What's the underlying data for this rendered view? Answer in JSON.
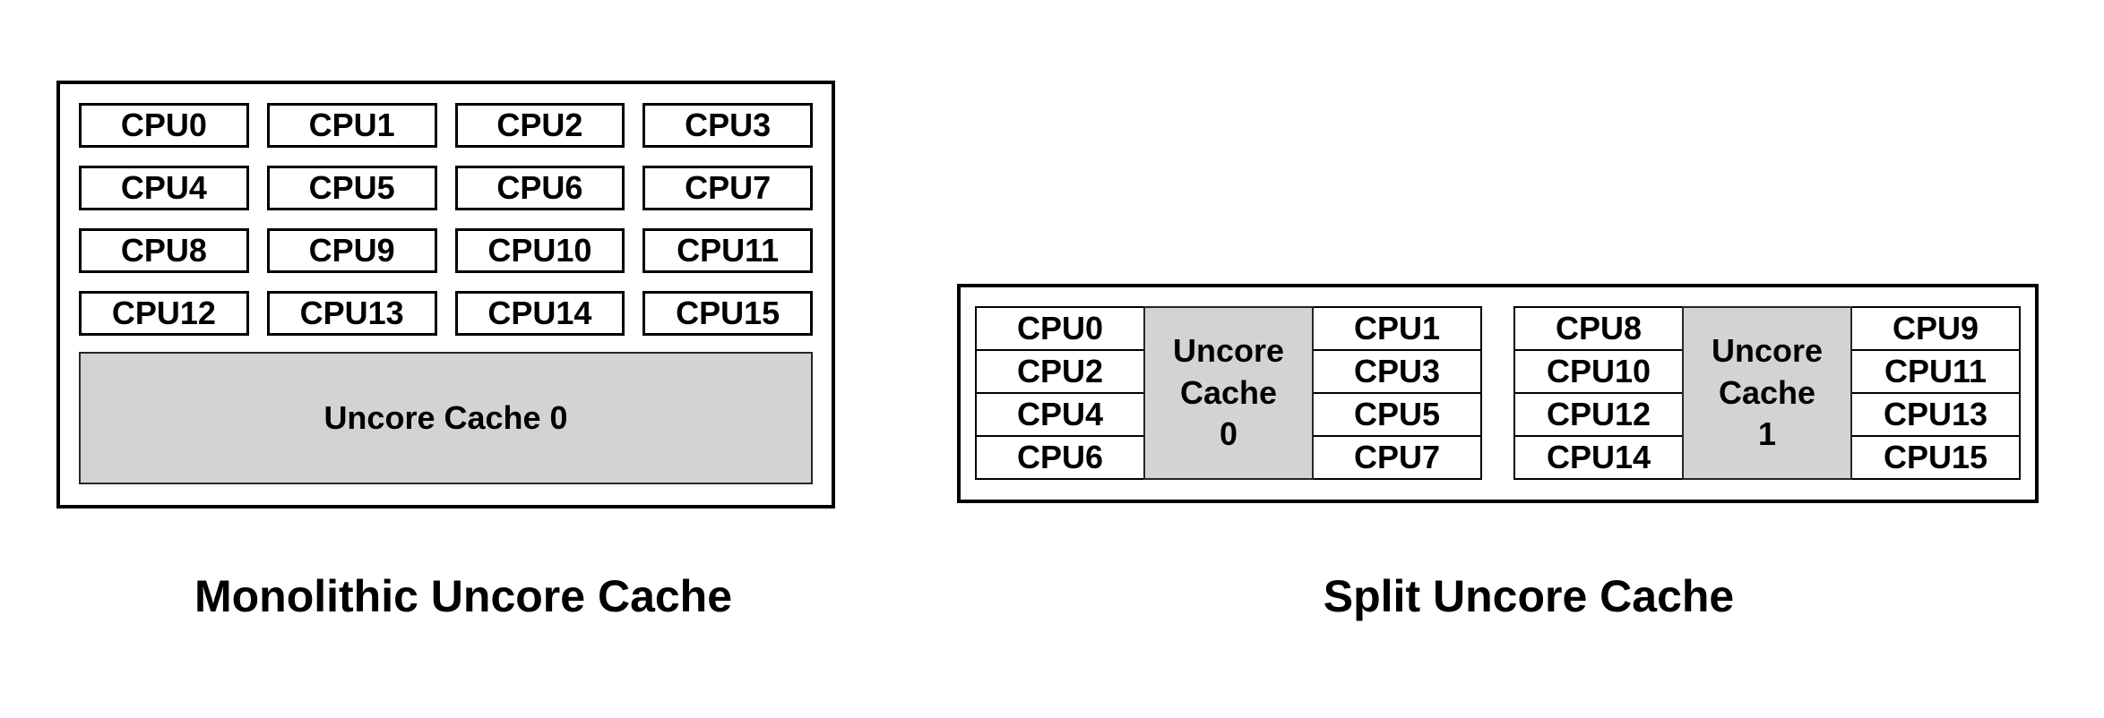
{
  "colors": {
    "background": "#ffffff",
    "text": "#000000",
    "cache_fill": "#d3d3d3",
    "cache_border": "#262626",
    "box_border": "#000000"
  },
  "monolithic": {
    "caption": "Monolithic Uncore Cache",
    "cpus": [
      "CPU0",
      "CPU1",
      "CPU2",
      "CPU3",
      "CPU4",
      "CPU5",
      "CPU6",
      "CPU7",
      "CPU8",
      "CPU9",
      "CPU10",
      "CPU11",
      "CPU12",
      "CPU13",
      "CPU14",
      "CPU15"
    ],
    "cache_label": "Uncore Cache 0"
  },
  "split": {
    "caption": "Split Uncore Cache",
    "groups": [
      {
        "left_cpus": [
          "CPU0",
          "CPU2",
          "CPU4",
          "CPU6"
        ],
        "cache_label": "Uncore Cache 0",
        "cache_lines": [
          "Uncore",
          "Cache",
          "0"
        ],
        "right_cpus": [
          "CPU1",
          "CPU3",
          "CPU5",
          "CPU7"
        ]
      },
      {
        "left_cpus": [
          "CPU8",
          "CPU10",
          "CPU12",
          "CPU14"
        ],
        "cache_label": "Uncore Cache 1",
        "cache_lines": [
          "Uncore",
          "Cache",
          "1"
        ],
        "right_cpus": [
          "CPU9",
          "CPU11",
          "CPU13",
          "CPU15"
        ]
      }
    ]
  }
}
